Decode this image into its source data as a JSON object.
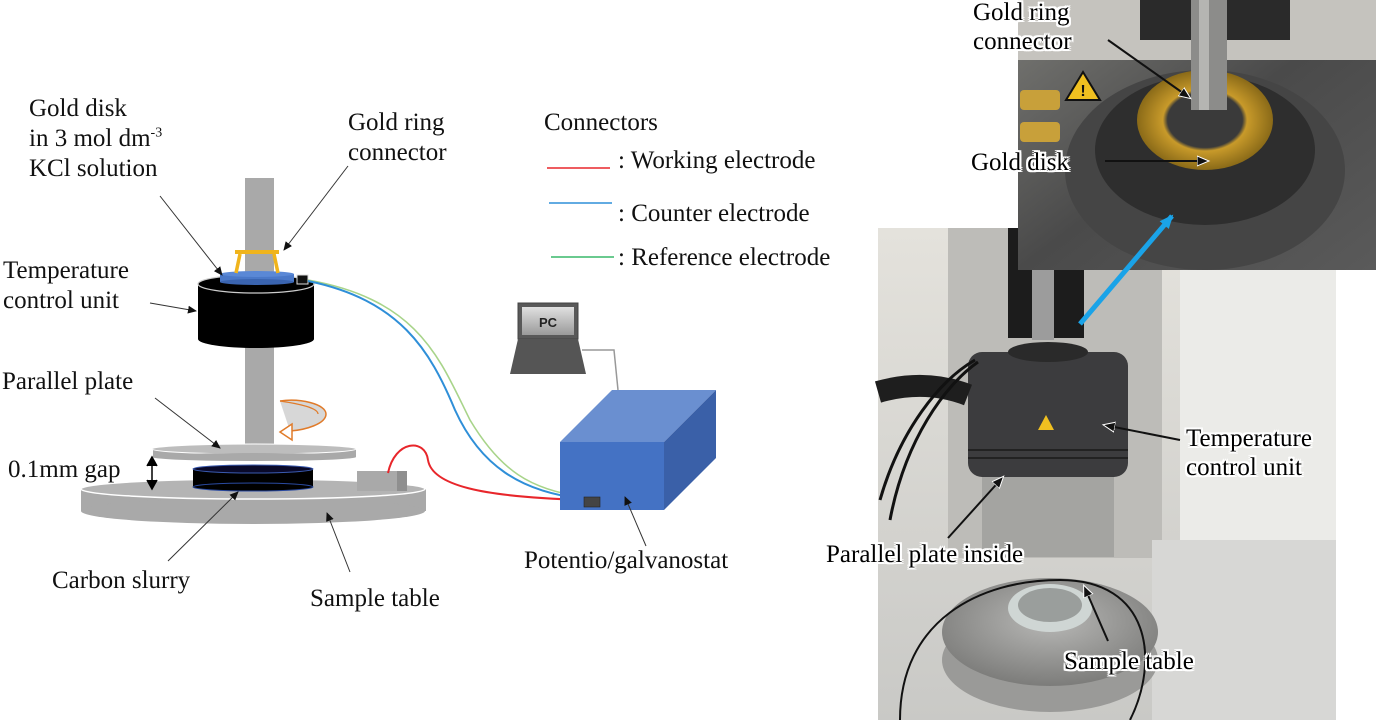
{
  "schematic": {
    "labels": {
      "gold_disk_line1": "Gold disk",
      "gold_disk_line2": "in 3 mol dm",
      "gold_disk_sup": "-3",
      "gold_disk_line3": "KCl solution",
      "gold_ring_line1": "Gold ring",
      "gold_ring_line2": "connector",
      "temp_line1": "Temperature",
      "temp_line2": "control unit",
      "parallel_plate": "Parallel plate",
      "gap": "0.1mm gap",
      "carbon_slurry": "Carbon slurry",
      "sample_table": "Sample table",
      "potentiostat": "Potentio/galvanostat",
      "pc": "PC"
    },
    "legend": {
      "title": "Connectors",
      "items": [
        {
          "label": ": Working electrode",
          "color": "#e8262b"
        },
        {
          "label": ": Counter electrode",
          "color": "#2f8fd8"
        },
        {
          "label": ": Reference electrode",
          "color": "#39b86a"
        }
      ]
    },
    "colors": {
      "gold": "#f0b41c",
      "disk_blue": "#4a78c8",
      "box_front": "#4472c4",
      "box_top": "#6a8fd0",
      "box_side": "#3a60a8",
      "gray": "#a9a9a9",
      "rotation_arrow": "#e07b2a",
      "reference_wire": "#a8d48a"
    }
  },
  "photos": {
    "top": {
      "gold_ring_line1": "Gold ring",
      "gold_ring_line2": "connector",
      "gold_disk": "Gold disk"
    },
    "bottom": {
      "temp_line1": "Temperature",
      "temp_line2": "control unit",
      "parallel_plate_inside": "Parallel plate inside",
      "sample_table": "Sample table"
    },
    "link_arrow_color": "#1aa3e8"
  }
}
